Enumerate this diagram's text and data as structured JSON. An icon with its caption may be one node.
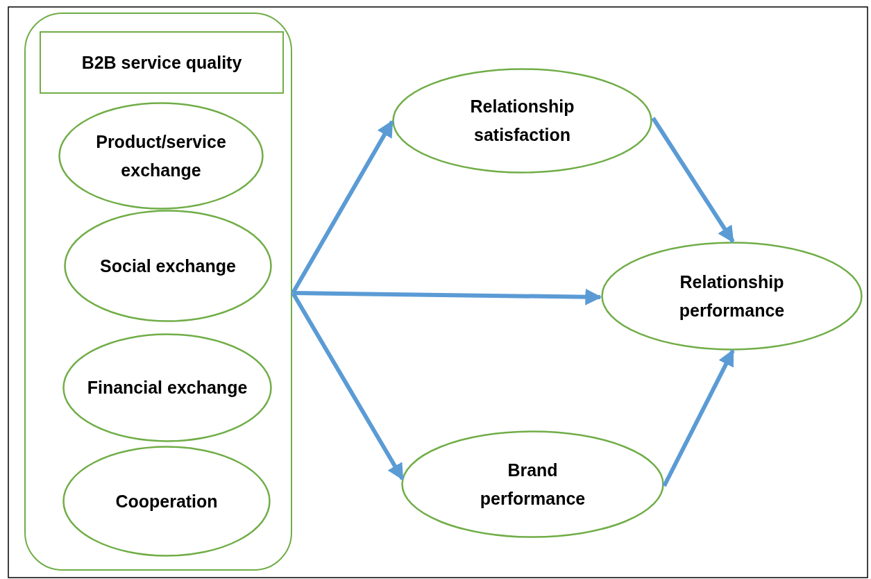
{
  "diagram": {
    "nodes": [
      {
        "text": [],
        "shape": "box"
      },
      {
        "text": [
          "B2B service quality"
        ],
        "in": 0
      },
      {
        "text": [
          "Product/service exchange"
        ],
        "in": 0
      },
      {
        "text": [
          "Social exchange"
        ],
        "in": 0
      },
      {
        "text": [
          "Financial exchange"
        ],
        "in": 0
      },
      {
        "text": [
          "Cooperation"
        ],
        "in": 0
      },
      {
        "text": [
          "Relationship satisfaction"
        ]
      },
      {
        "text": [
          "Relationship performance"
        ]
      },
      {
        "text": [
          "Brand performance"
        ]
      }
    ],
    "edges": [
      {
        "from": 0,
        "to": 6,
        "arrow": "to"
      },
      {
        "from": 0,
        "to": 7,
        "arrow": "to"
      },
      {
        "from": 0,
        "to": 8,
        "arrow": "to"
      },
      {
        "from": 6,
        "to": 7,
        "arrow": "to"
      },
      {
        "from": 8,
        "to": 7,
        "arrow": "to"
      }
    ]
  }
}
